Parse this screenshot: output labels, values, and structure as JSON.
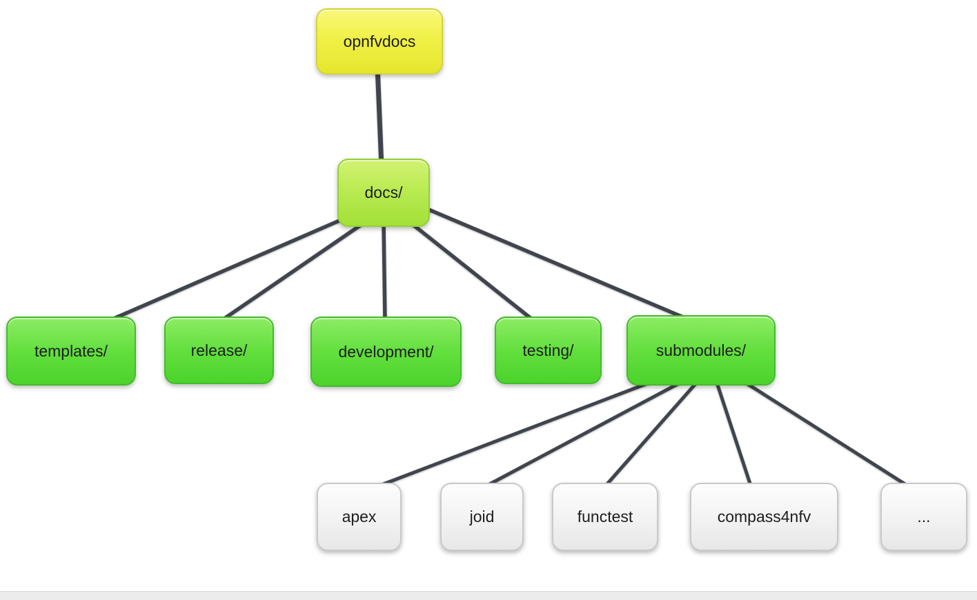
{
  "diagram": {
    "tree": {
      "label": "opnfvdocs",
      "children": [
        {
          "label": "docs/",
          "children": [
            {
              "label": "templates/"
            },
            {
              "label": "release/"
            },
            {
              "label": "development/"
            },
            {
              "label": "testing/"
            },
            {
              "label": "submodules/",
              "children": [
                {
                  "label": "apex"
                },
                {
                  "label": "joid"
                },
                {
                  "label": "functest"
                },
                {
                  "label": "compass4nfv"
                },
                {
                  "label": "..."
                }
              ]
            }
          ]
        }
      ]
    },
    "colors": {
      "root_node": "#f0f048",
      "docs_node": "#b8ea50",
      "branch_node": "#63df3e",
      "leaf_node": "#f2f2f2",
      "edge": "#40444d"
    }
  }
}
